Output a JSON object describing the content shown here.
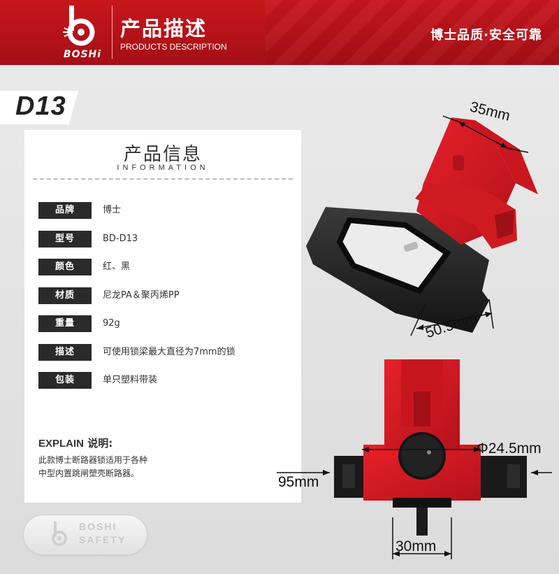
{
  "header": {
    "brand_word": "BOSHi",
    "title": "产品描述",
    "subtitle": "PRODUCTS DESCRIPTION",
    "slogan": "博士品质·安全可靠",
    "colors": {
      "primary": "#b3121a",
      "text": "#ffffff"
    }
  },
  "model": "D13",
  "info": {
    "title": "产品信息",
    "subtitle": "INFORMATION",
    "specs": [
      {
        "label": "品牌",
        "value": "博士"
      },
      {
        "label": "型号",
        "value": "BD-D13"
      },
      {
        "label": "颜色",
        "value": "红、黑"
      },
      {
        "label": "材质",
        "value": "尼龙PA＆聚丙烯PP"
      },
      {
        "label": "重量",
        "value": "92g"
      },
      {
        "label": "描述",
        "value": "可使用锁梁最大直径为7mm的锁"
      },
      {
        "label": "包装",
        "value": "单只塑料带装"
      }
    ],
    "explain": {
      "title_en": "EXPLAIN",
      "title_cn": "说明:",
      "lines": [
        "此款博士断路器锁适用于各种",
        "中型内置跳闸塑壳断路器。"
      ]
    }
  },
  "badge": {
    "line1": "BOSHI",
    "line2": "SAFETY"
  },
  "dimensions": {
    "width": "35mm",
    "length": "50.5mm",
    "diameter": "Φ24.5mm",
    "total_width": "95mm",
    "base_width": "30mm"
  },
  "icons": [
    "boshi-logo-icon",
    "boshi-watermark-icon"
  ]
}
